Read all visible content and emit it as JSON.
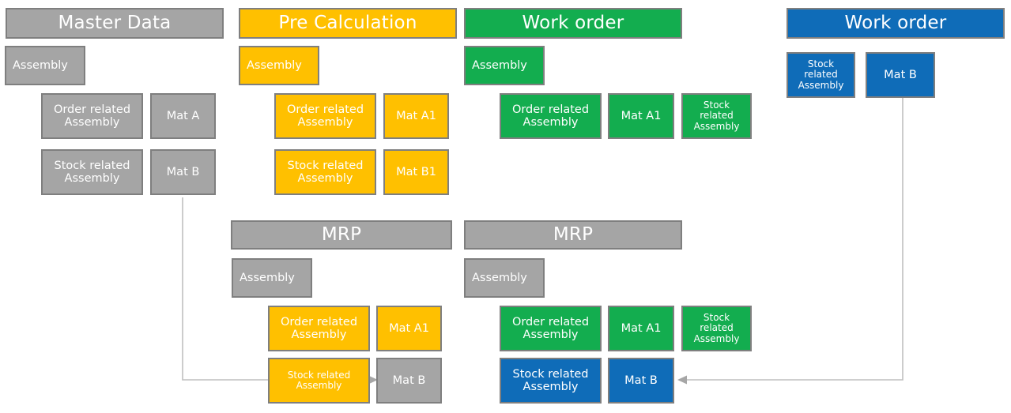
{
  "diagram": {
    "title_bar_labels": {
      "master_data": "Master Data",
      "pre_calculation": "Pre Calculation",
      "work_order_green": "Work order",
      "work_order_blue": "Work order",
      "mrp_left": "MRP",
      "mrp_right": "MRP"
    },
    "colors": {
      "gray": "#a5a5a5",
      "yellow": "#ffc000",
      "green": "#13ad4f",
      "blue": "#0f6cb8",
      "border": "#7f7f7f",
      "connector": "#bfbfbf",
      "arrowhead": "#a6a6a6",
      "text": "#ffffff",
      "background": "#ffffff"
    },
    "panels": [
      {
        "id": "master-data",
        "header": "Master Data",
        "header_color": "gray",
        "boxes": [
          {
            "id": "assembly",
            "label": "Assembly",
            "color": "gray"
          },
          {
            "id": "order-related-assembly",
            "label": "Order related\nAssembly",
            "color": "gray"
          },
          {
            "id": "mat-a",
            "label": "Mat A",
            "color": "gray"
          },
          {
            "id": "stock-related-assembly",
            "label": "Stock related\nAssembly",
            "color": "gray"
          },
          {
            "id": "mat-b",
            "label": "Mat B",
            "color": "gray"
          }
        ]
      },
      {
        "id": "pre-calculation",
        "header": "Pre Calculation",
        "header_color": "yellow",
        "boxes": [
          {
            "id": "assembly",
            "label": "Assembly",
            "color": "yellow"
          },
          {
            "id": "order-related-assembly",
            "label": "Order related\nAssembly",
            "color": "yellow"
          },
          {
            "id": "mat-a1",
            "label": "Mat A1",
            "color": "yellow"
          },
          {
            "id": "stock-related-assembly",
            "label": "Stock related\nAssembly",
            "color": "yellow"
          },
          {
            "id": "mat-b1",
            "label": "Mat B1",
            "color": "yellow"
          }
        ]
      },
      {
        "id": "work-order-green",
        "header": "Work order",
        "header_color": "green",
        "boxes": [
          {
            "id": "assembly",
            "label": "Assembly",
            "color": "green"
          },
          {
            "id": "order-related-assembly",
            "label": "Order related\nAssembly",
            "color": "green"
          },
          {
            "id": "mat-a1",
            "label": "Mat A1",
            "color": "green"
          },
          {
            "id": "stock-related-assembly",
            "label": "Stock\nrelated\nAssembly",
            "color": "green"
          }
        ]
      },
      {
        "id": "work-order-blue",
        "header": "Work order",
        "header_color": "blue",
        "boxes": [
          {
            "id": "stock-related-assembly",
            "label": "Stock\nrelated\nAssembly",
            "color": "blue"
          },
          {
            "id": "mat-b",
            "label": "Mat B",
            "color": "blue"
          }
        ]
      },
      {
        "id": "mrp-left",
        "header": "MRP",
        "header_color": "gray",
        "boxes": [
          {
            "id": "assembly",
            "label": "Assembly",
            "color": "gray"
          },
          {
            "id": "order-related-assembly",
            "label": "Order related\nAssembly",
            "color": "yellow"
          },
          {
            "id": "mat-a1",
            "label": "Mat A1",
            "color": "yellow"
          },
          {
            "id": "stock-related-assembly",
            "label": "Stock related\nAssembly",
            "color": "yellow"
          },
          {
            "id": "mat-b",
            "label": "Mat B",
            "color": "gray"
          }
        ]
      },
      {
        "id": "mrp-right",
        "header": "MRP",
        "header_color": "gray",
        "boxes": [
          {
            "id": "assembly",
            "label": "Assembly",
            "color": "gray"
          },
          {
            "id": "order-related-assembly",
            "label": "Order related\nAssembly",
            "color": "green"
          },
          {
            "id": "mat-a1",
            "label": "Mat A1",
            "color": "green"
          },
          {
            "id": "stock-related-assembly-green",
            "label": "Stock\nrelated\nAssembly",
            "color": "green"
          },
          {
            "id": "stock-related-assembly-blue",
            "label": "Stock related\nAssembly",
            "color": "blue"
          },
          {
            "id": "mat-b",
            "label": "Mat B",
            "color": "blue"
          }
        ]
      }
    ],
    "connectors": [
      {
        "id": "master-mat-b-to-mrp-left-mat-b",
        "from": "master-data.mat-b",
        "to": "mrp-left.mat-b",
        "style": "elbow-arrow"
      },
      {
        "id": "work-order-blue-mat-b-to-mrp-right-mat-b",
        "from": "work-order-blue.mat-b",
        "to": "mrp-right.mat-b",
        "style": "elbow-arrow"
      }
    ]
  }
}
